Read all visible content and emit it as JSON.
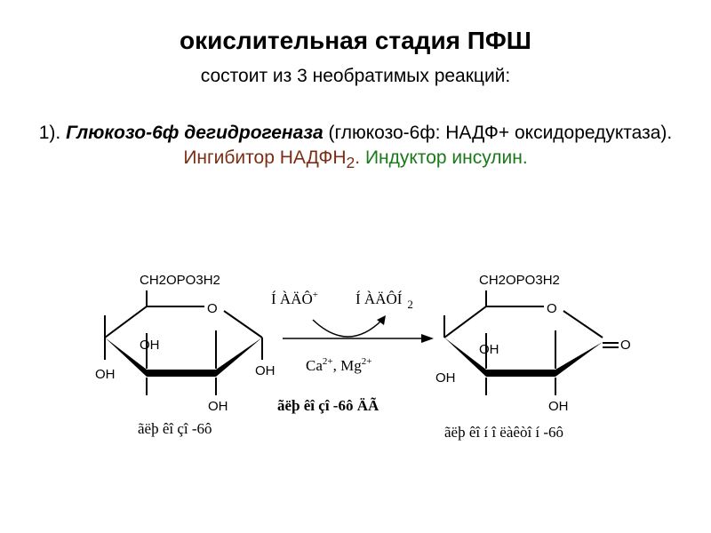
{
  "slide": {
    "title": "окислительная стадия ПФШ",
    "subtitle": "состоит из 3 необратимых реакций:"
  },
  "reaction": {
    "number": "1).",
    "enzyme": "Глюкозо-6ф дегидрогеназа",
    "systematic": "(глюкозо-6ф: НАДФ+ оксидоредуктаза).",
    "inhibitor_label": "Ингибитор НАДФН",
    "inhibitor_sub": "2",
    "inhibitor_end": ".",
    "inducer": "Индуктор инсулин."
  },
  "scheme": {
    "substrate": {
      "group_top": "CH2OPO3H2",
      "ring_o": "O",
      "oh_1": "OH",
      "oh_2": "OH",
      "oh_3": "OH",
      "oh_4": "OH",
      "name": "ãëþ êî çî -6ô"
    },
    "product": {
      "group_top": "CH2OPO3H2",
      "ring_o": "O",
      "carbonyl_o": "O",
      "oh_1": "OH",
      "oh_2": "OH",
      "oh_3": "OH",
      "name": "ãëþ êî í î ëàêòî í -6ô"
    },
    "arrow": {
      "cofactor_left": "Í ÀÄÔ",
      "cofactor_left_sup": "+",
      "cofactor_right": "Í ÀÄÔÍ",
      "cofactor_right_sub": "2",
      "ions": "Ca",
      "ions_sup_1": "2+",
      "ions_mid": ", Mg",
      "ions_sup_2": "2+",
      "enzyme_abbr": "ãëþ êî çî -6ô ÄÃ"
    }
  }
}
